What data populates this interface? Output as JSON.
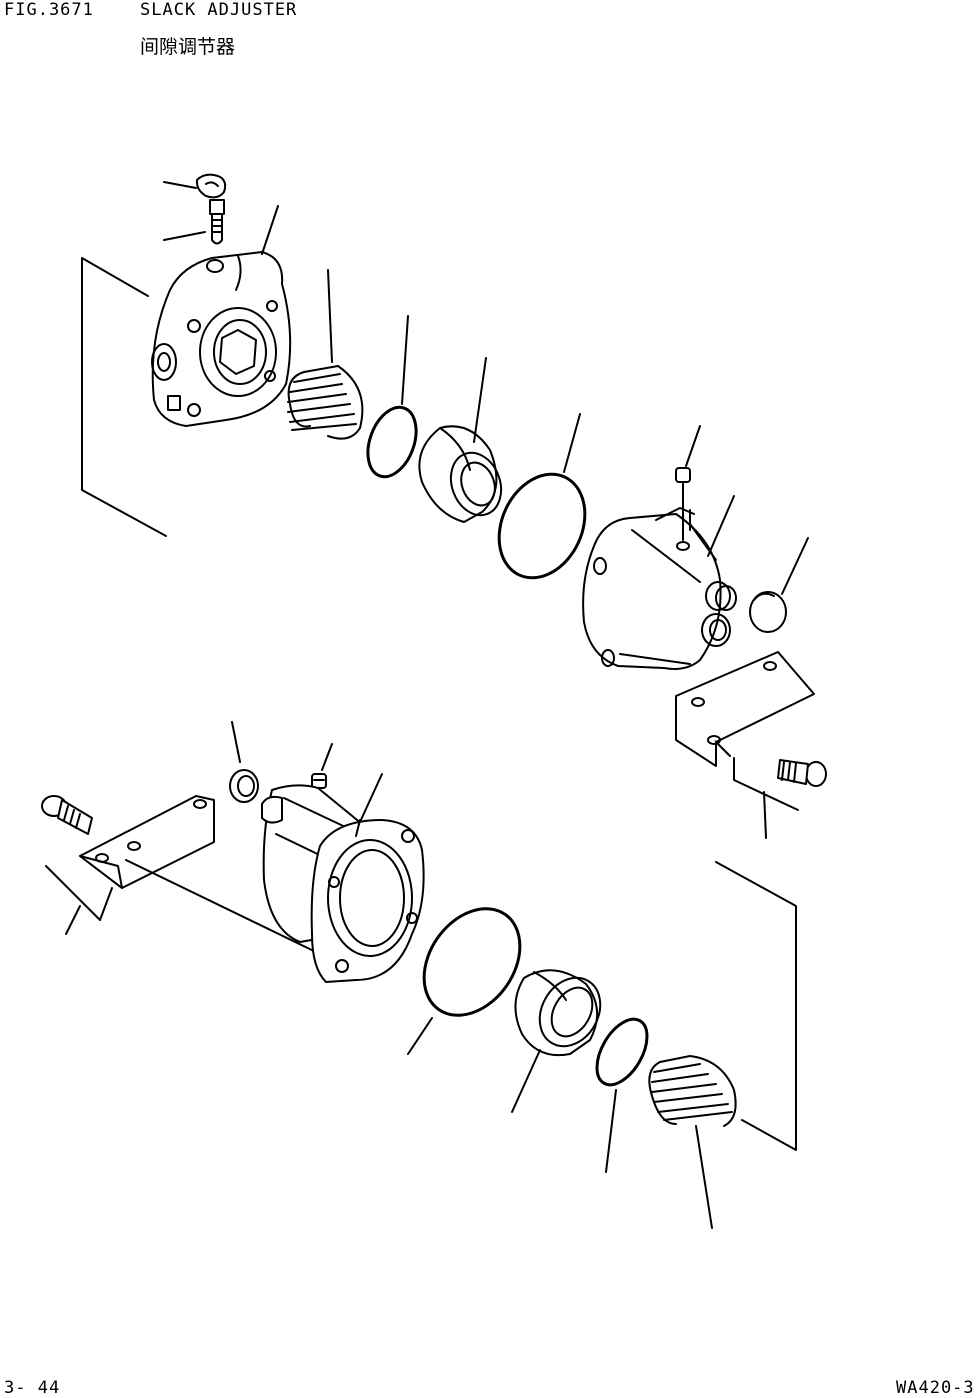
{
  "header": {
    "figure_number": "FIG.3671",
    "title_en": "SLACK ADJUSTER",
    "title_cn": "间隙调节器"
  },
  "footer": {
    "page_number": "3- 44",
    "model_code": "WA420-3"
  }
}
